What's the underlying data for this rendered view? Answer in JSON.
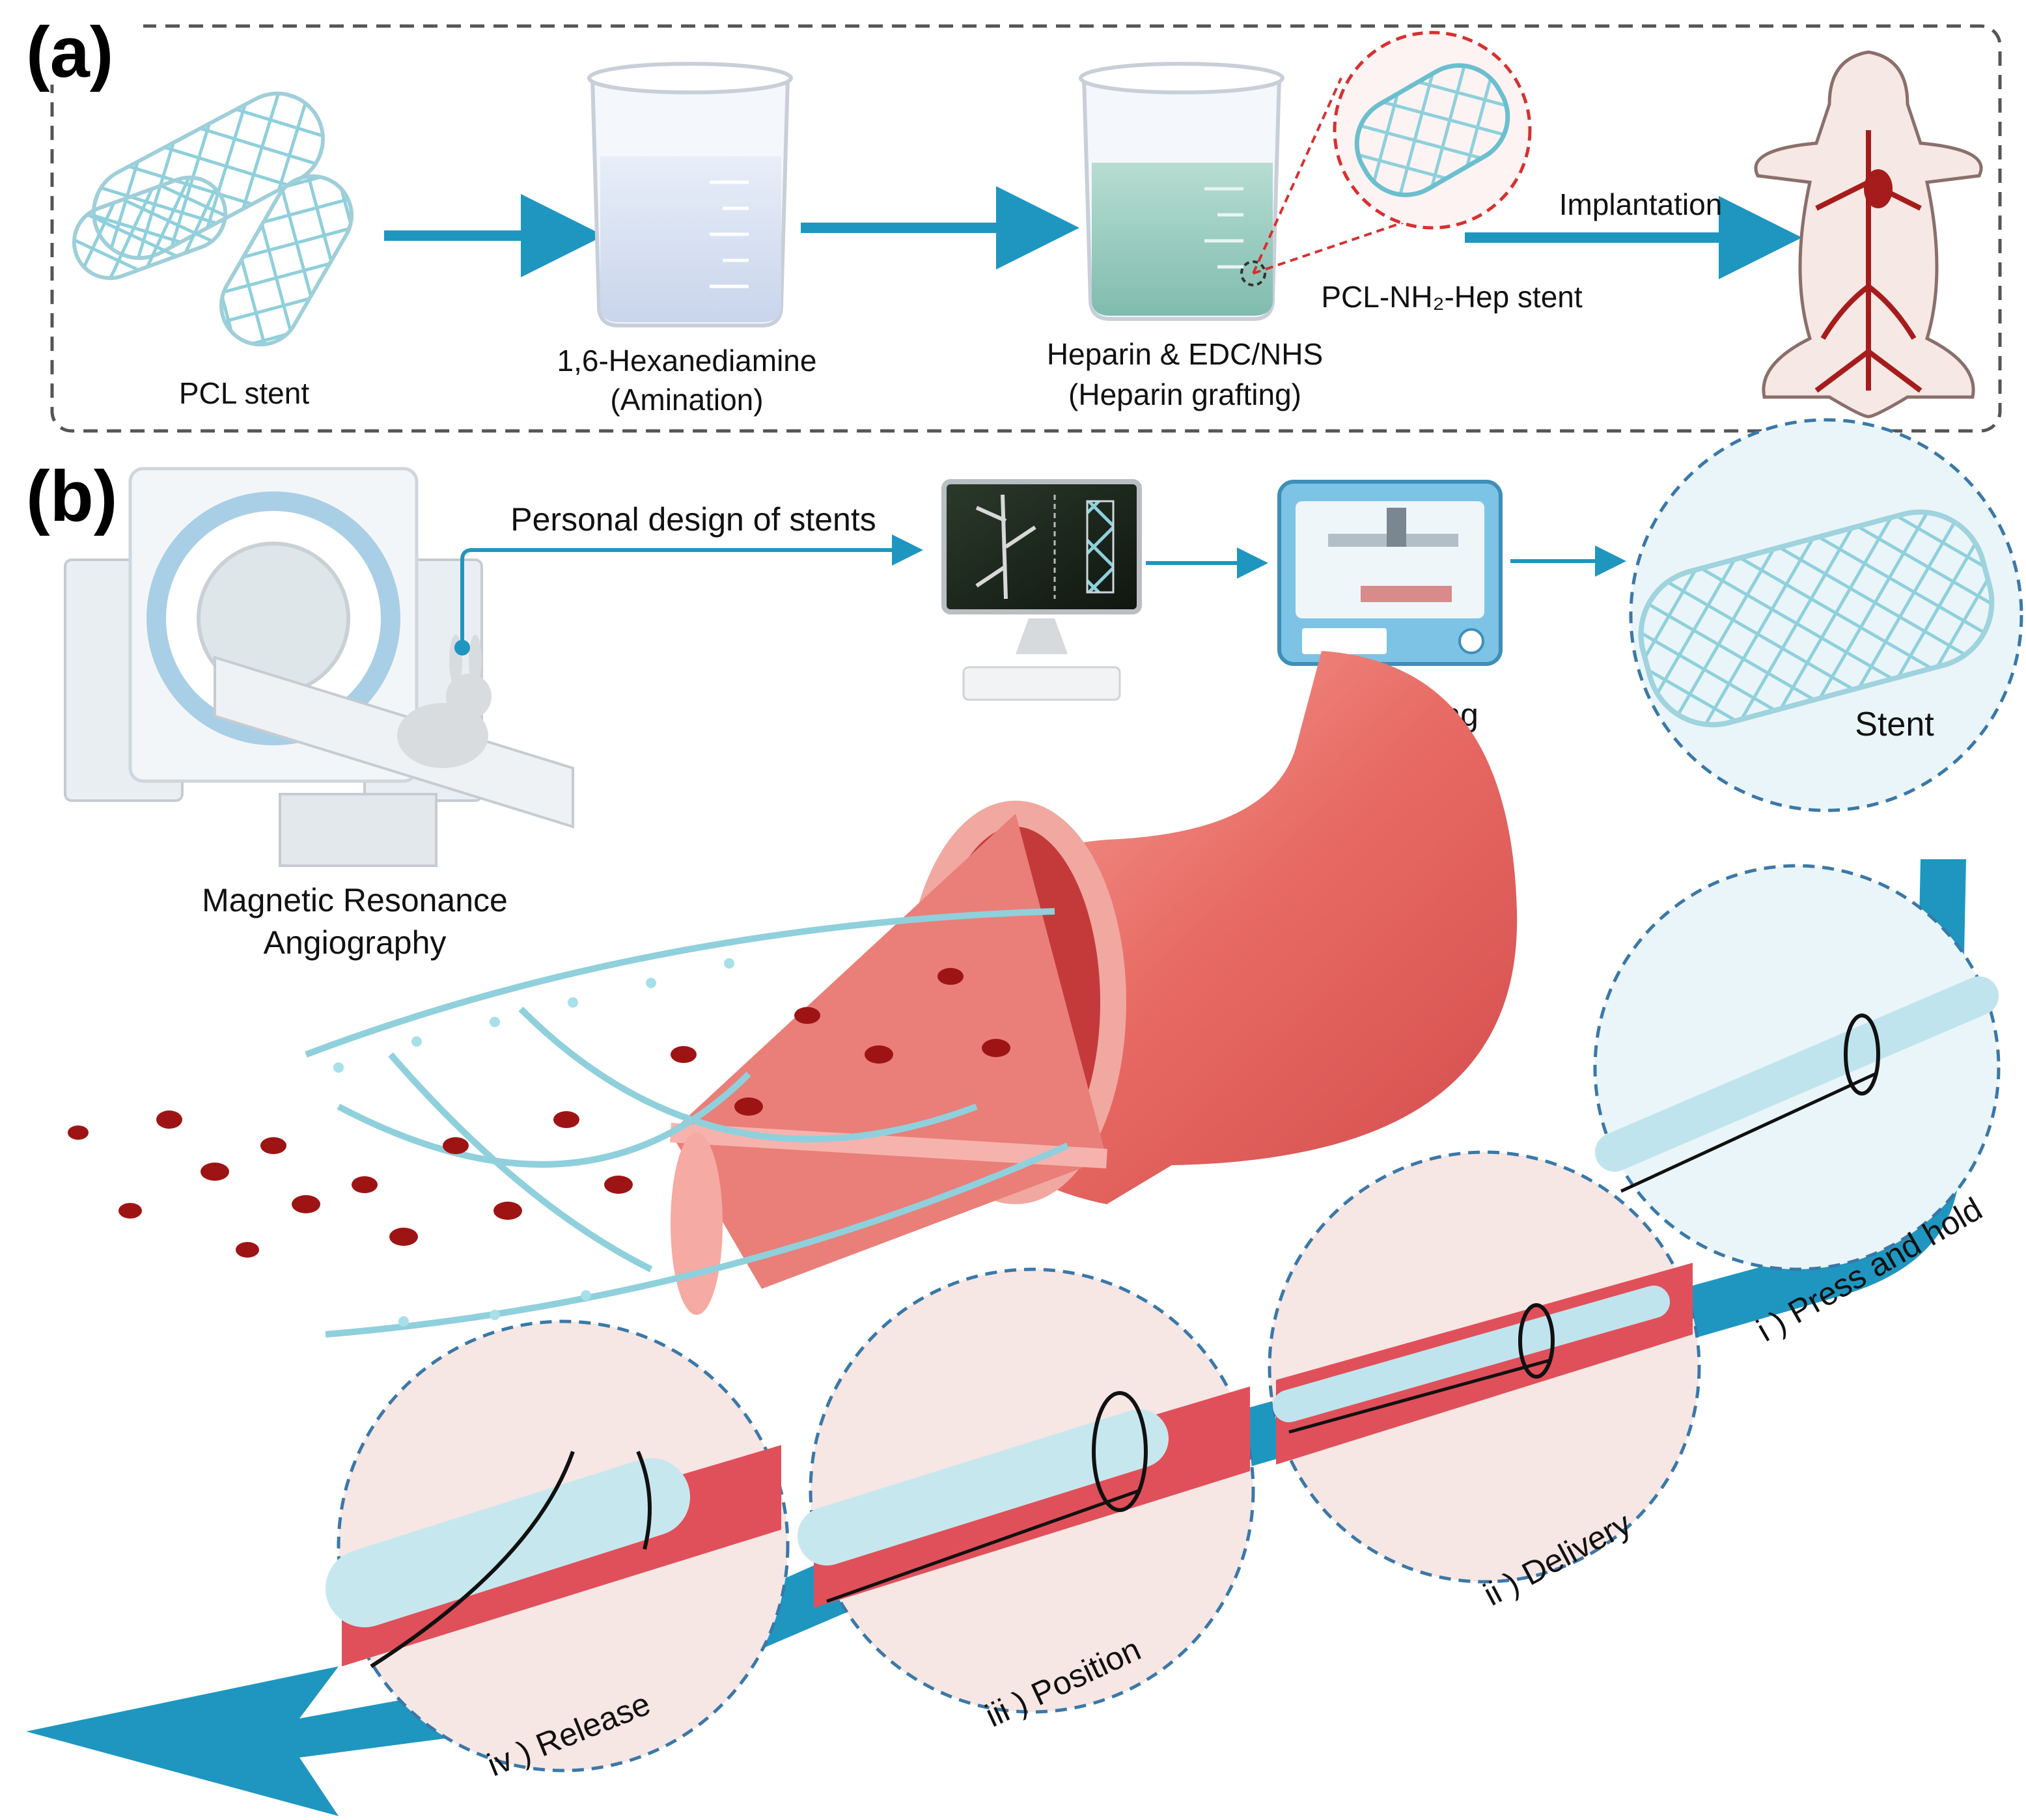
{
  "panel_a": {
    "label": "(a)",
    "pcl_stent": "PCL stent",
    "amination_line1": "1,6-Hexanediamine",
    "amination_line2": "(Amination)",
    "heparin_line1": "Heparin & EDC/NHS",
    "heparin_line2": "(Heparin grafting)",
    "hep_stent": "PCL-NH₂-Hep stent",
    "implantation": "Implantation"
  },
  "panel_b": {
    "label": "(b)",
    "personal_design": "Personal design of stents",
    "printing": "3D printing",
    "stent": "Stent",
    "mra_line1": "Magnetic Resonance",
    "mra_line2": "Angiography",
    "step_i": "i ) Press and hold",
    "step_ii": "ii ) Delivery",
    "step_iii": "iii ) Position",
    "step_iv": "iv ) Release"
  },
  "colors": {
    "arrow": "#1f96c0",
    "vessel": "#e25a5a",
    "vessel_light": "#f3a6a0",
    "stent": "#8fd0dc",
    "rbc": "#9e1414",
    "dash": "#555555",
    "circle_dash": "#3a78a8",
    "circle_fill": "#eaf5f9",
    "lens_dash": "#d83030"
  },
  "icons": [
    "pcl-stent-icon",
    "beaker-icon",
    "heparin-beaker-icon",
    "stent-magnifier-icon",
    "rabbit-vasculature-icon",
    "mri-scanner-icon",
    "rabbit-icon",
    "computer-monitor-icon",
    "3d-printer-icon",
    "blood-vessel-icon",
    "red-blood-cell-icon",
    "deployment-step-icon"
  ]
}
